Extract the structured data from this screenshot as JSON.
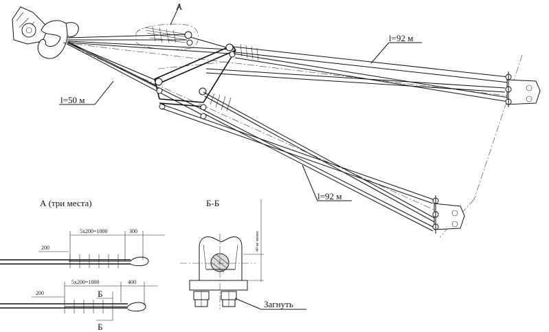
{
  "labels": {
    "view_a": "А",
    "length_top": "l=92 м",
    "length_left": "l=50 м",
    "length_bottom": "l=92 м",
    "detail_a_title": "А (три места)",
    "section_title": "Б-Б",
    "bend_note": "Загнуть"
  },
  "detail_a": {
    "upper": {
      "spacing": "5x200=1000",
      "end": "300",
      "lead": "200"
    },
    "lower": {
      "spacing": "5x200=1000",
      "end": "400",
      "lead": "200",
      "section_mark_top": "Б",
      "section_mark_bottom": "Б"
    }
  },
  "section": {
    "vertical_dim": "40 не менее"
  }
}
